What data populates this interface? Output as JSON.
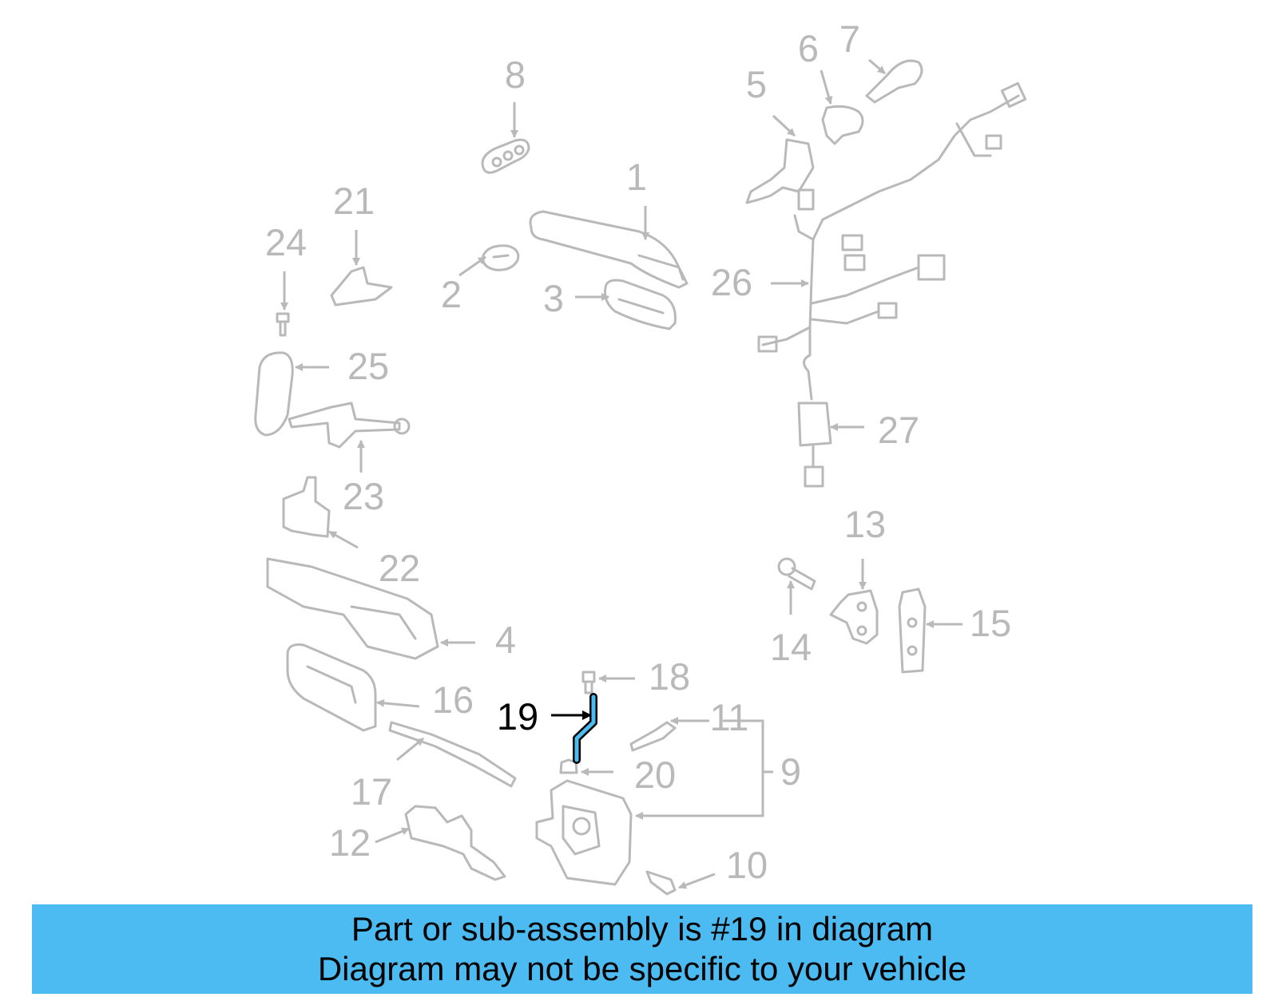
{
  "diagram": {
    "highlight_color": "#4bbbf2",
    "part_color": "#b9b9b9",
    "callouts": [
      "1",
      "2",
      "3",
      "4",
      "5",
      "6",
      "7",
      "8",
      "9",
      "10",
      "11",
      "12",
      "13",
      "14",
      "15",
      "16",
      "17",
      "18",
      "19",
      "20",
      "21",
      "22",
      "23",
      "24",
      "25",
      "26",
      "27"
    ],
    "highlighted_callout": "19"
  },
  "banner": {
    "line1": "Part or sub-assembly is #19 in diagram",
    "line2": "Diagram may not be specific to your vehicle",
    "background": "#4bbbf2"
  }
}
